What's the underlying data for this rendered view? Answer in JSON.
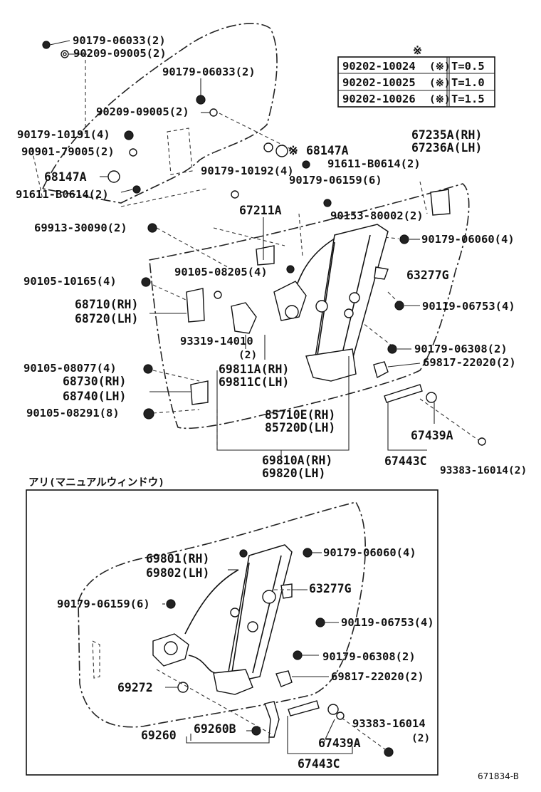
{
  "labels": {
    "l1": "90179-06033(2)",
    "l2": "90209-09005(2)",
    "l3": "90179-06033(2)",
    "l4": "90209-09005(2)",
    "l5": "90179-10191(4)",
    "l6": "90901-79005(2)",
    "l7": "68147A",
    "l8": "91611-B0614(2)",
    "l9": "68147A",
    "l10": "91611-B0614(2)",
    "l11": "90179-10192(4)",
    "l12": "90179-06159(6)",
    "l13": "67211A",
    "l14": "90153-80002(2)",
    "l15": "69913-30090(2)",
    "l16": "90179-06060(4)",
    "l17": "90105-10165(4)",
    "l18": "90105-08205(4)",
    "l19": "63277G",
    "l20": "68710(RH)",
    "l21": "68720(LH)",
    "l22": "90119-06753(4)",
    "l23": "93319-14010",
    "l24": "(2)",
    "l25": "90179-06308(2)",
    "l26": "69817-22020(2)",
    "l27": "90105-08077(4)",
    "l28": "69811A(RH)",
    "l29": "69811C(LH)",
    "l30": "68730(RH)",
    "l31": "68740(LH)",
    "l32": "90105-08291(8)",
    "l33": "85710E(RH)",
    "l34": "85720D(LH)",
    "l35": "67439A",
    "l36": "67443C",
    "l37": "69810A(RH)",
    "l38": "69820(LH)",
    "l39": "93383-16014(2)",
    "l40": "67235A(RH)",
    "l41": "67236A(LH)",
    "inset_title": "アリ(マニュアルウィンドウ)",
    "b1": "69801(RH)",
    "b2": "69802(LH)",
    "b3": "90179-06060(4)",
    "b4": "63277G",
    "b5": "90179-06159(6)",
    "b6": "90119-06753(4)",
    "b7": "90179-06308(2)",
    "b8": "69817-22020(2)",
    "b9": "69272",
    "b10": "93383-16014",
    "b11": "(2)",
    "b12": "69260",
    "b13": "69260B",
    "b14": "67439A",
    "b15": "67443C",
    "drawing_id": "671834-B"
  },
  "shim_table": {
    "mark": "※",
    "rows": [
      {
        "part": "90202-10024",
        "flag": "(※)",
        "thickness": "T=0.5"
      },
      {
        "part": "90202-10025",
        "flag": "(※)",
        "thickness": "T=1.0"
      },
      {
        "part": "90202-10026",
        "flag": "(※)",
        "thickness": "T=1.5"
      }
    ]
  },
  "marks": {
    "m1": "※"
  }
}
